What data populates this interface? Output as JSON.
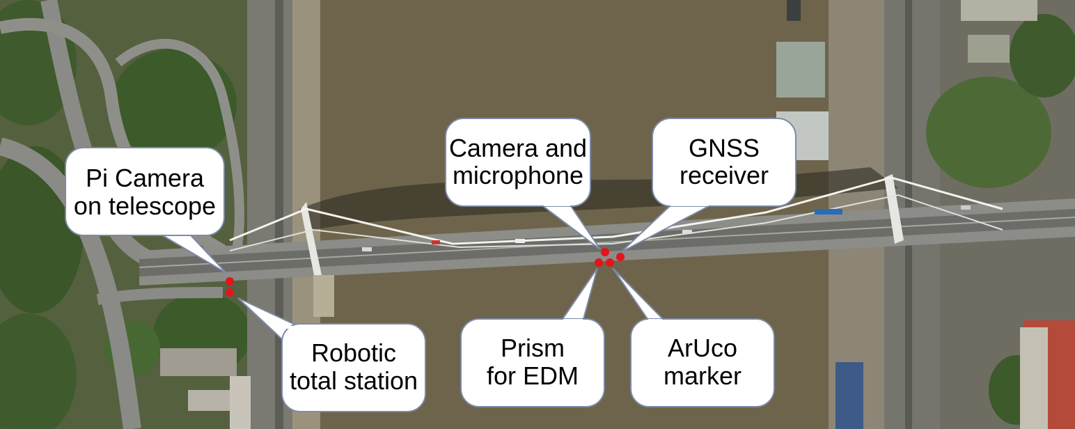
{
  "callouts": {
    "pi_camera": {
      "line1": "Pi Camera",
      "line2": "on telescope"
    },
    "robotic_total_station": {
      "line1": "Robotic",
      "line2": "total station"
    },
    "camera_microphone": {
      "line1": "Camera and",
      "line2": "microphone"
    },
    "gnss_receiver": {
      "line1": "GNSS",
      "line2": "receiver"
    },
    "prism_edm": {
      "line1": "Prism",
      "line2": "for EDM"
    },
    "aruco_marker": {
      "line1": "ArUco",
      "line2": "marker"
    }
  },
  "colors": {
    "marker_dot": "#e4141c",
    "bubble_fill": "#ffffff",
    "bubble_stroke": "#7c8aa6",
    "river": "#6a6249"
  }
}
